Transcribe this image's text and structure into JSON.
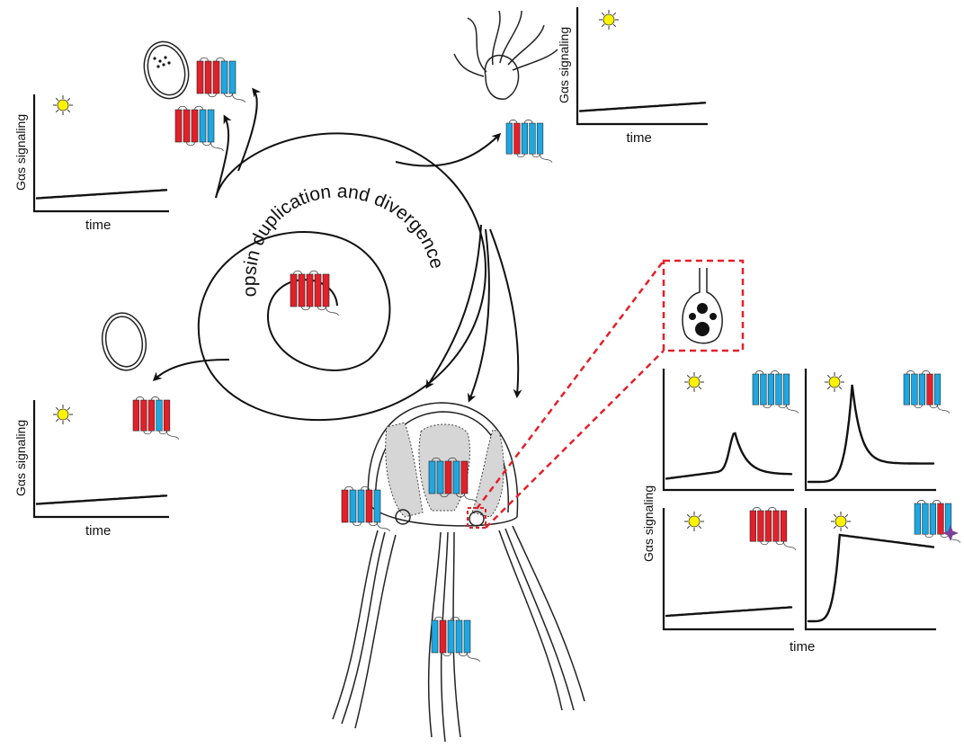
{
  "spiral_caption": "opsin duplication and divergence",
  "x_label": "time",
  "y_label": "Gαs signaling",
  "colors": {
    "red": "#e3202a",
    "blue": "#1ea7e1",
    "sun": "#fff200",
    "highlight": "#e3202a",
    "star": "#7b3f99",
    "tissue": "#d6d6d6"
  },
  "panels": [
    {
      "id": "top-left",
      "shape": "flat-low",
      "opsin": [
        "r",
        "r",
        "r",
        "b",
        "b"
      ]
    },
    {
      "id": "top-right",
      "shape": "flat-low",
      "opsin": [
        "b",
        "r",
        "b",
        "b",
        "b"
      ]
    },
    {
      "id": "middle-left",
      "shape": "flat-low",
      "opsin": [
        "r",
        "r",
        "r",
        "b",
        "r"
      ]
    },
    {
      "id": "grid-1",
      "shape": "small-peak",
      "opsin": [
        "b",
        "b",
        "b",
        "b",
        "b"
      ]
    },
    {
      "id": "grid-2",
      "shape": "large-peak",
      "opsin": [
        "b",
        "b",
        "b",
        "r",
        "b"
      ]
    },
    {
      "id": "grid-3",
      "shape": "flat-low",
      "opsin": [
        "r",
        "r",
        "r",
        "r",
        "r"
      ]
    },
    {
      "id": "grid-4",
      "shape": "sustained-high",
      "opsin": [
        "b",
        "b",
        "b",
        "r",
        "b"
      ],
      "marker": "star"
    }
  ],
  "ancestral_opsin": [
    "r",
    "r",
    "r",
    "r",
    "r"
  ],
  "jellyfish_opsins": [
    {
      "id": "body-left",
      "segments": [
        "r",
        "b",
        "b",
        "r",
        "b"
      ]
    },
    {
      "id": "body-center",
      "segments": [
        "b",
        "b",
        "r",
        "b",
        "r"
      ]
    },
    {
      "id": "tentacle",
      "segments": [
        "b",
        "r",
        "b",
        "b",
        "b"
      ]
    }
  ],
  "branch_opsins": [
    {
      "id": "upper-spore",
      "segments": [
        "r",
        "r",
        "r",
        "b",
        "b"
      ]
    },
    {
      "id": "upper-spore-2",
      "segments": [
        "r",
        "r",
        "r",
        "b",
        "b"
      ]
    }
  ]
}
